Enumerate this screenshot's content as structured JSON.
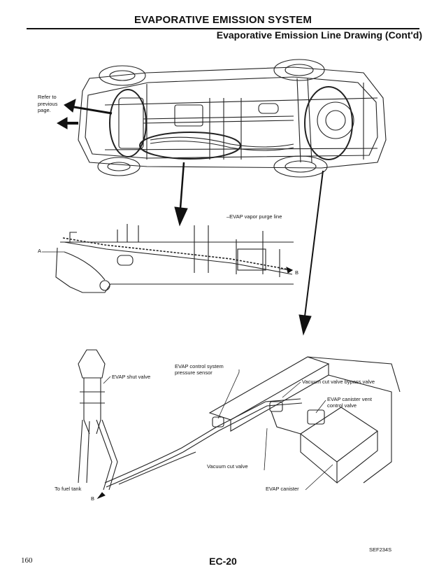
{
  "header": {
    "title": "EVAPORATIVE EMISSION SYSTEM",
    "subtitle": "Evaporative Emission Line Drawing (Cont'd)"
  },
  "top_diagram": {
    "refer_line1": "Refer to",
    "refer_line2": "previous",
    "refer_line3": "page."
  },
  "middle_diagram": {
    "purge_line": "EVAP vapor purge line",
    "point_a": "A",
    "point_b": "B"
  },
  "bottom_diagram": {
    "shut_valve": "EVAP shut valve",
    "pressure_sensor_line1": "EVAP control system",
    "pressure_sensor_line2": "pressure sensor",
    "bypass_valve": "Vacuum cut valve bypass valve",
    "vent_valve_line1": "EVAP canister vent",
    "vent_valve_line2": "control valve",
    "vacuum_cut_valve": "Vacuum cut valve",
    "canister": "EVAP canister",
    "fuel_tank": "To fuel tank",
    "point_b": "B"
  },
  "footer": {
    "figure_code": "SEF234S",
    "page_number": "160",
    "section_page": "EC-20"
  }
}
